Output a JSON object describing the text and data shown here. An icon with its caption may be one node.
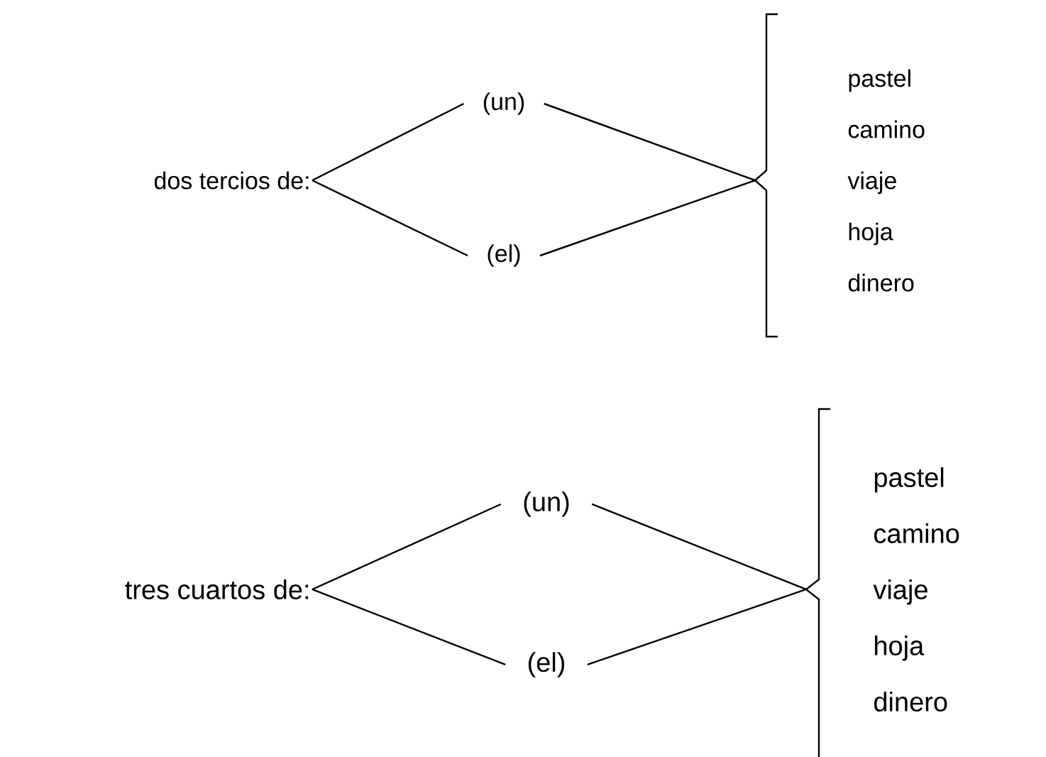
{
  "diagram": {
    "nodes": [
      {
        "text": [
          "dos tercios de:"
        ]
      },
      {
        "text": [
          "(un)"
        ]
      },
      {
        "text": [
          "(el)"
        ]
      },
      {
        "text": [
          "pastel camino viaje hoja dinero"
        ]
      },
      {
        "text": [
          "tres cuartos de:"
        ]
      },
      {
        "text": [
          "(un)"
        ]
      },
      {
        "text": [
          "(el)"
        ]
      },
      {
        "text": [
          "pastel camino viaje hoja dinero"
        ]
      }
    ],
    "edges": [
      {
        "from": 0,
        "to": 1,
        "arrow": "none"
      },
      {
        "from": 0,
        "to": 2,
        "arrow": "none"
      },
      {
        "from": 1,
        "to": 3,
        "arrow": "none"
      },
      {
        "from": 2,
        "to": 3,
        "arrow": "none"
      },
      {
        "from": 4,
        "to": 5,
        "arrow": "none"
      },
      {
        "from": 4,
        "to": 6,
        "arrow": "none"
      },
      {
        "from": 5,
        "to": 7,
        "arrow": "none"
      },
      {
        "from": 6,
        "to": 7,
        "arrow": "none"
      }
    ]
  }
}
